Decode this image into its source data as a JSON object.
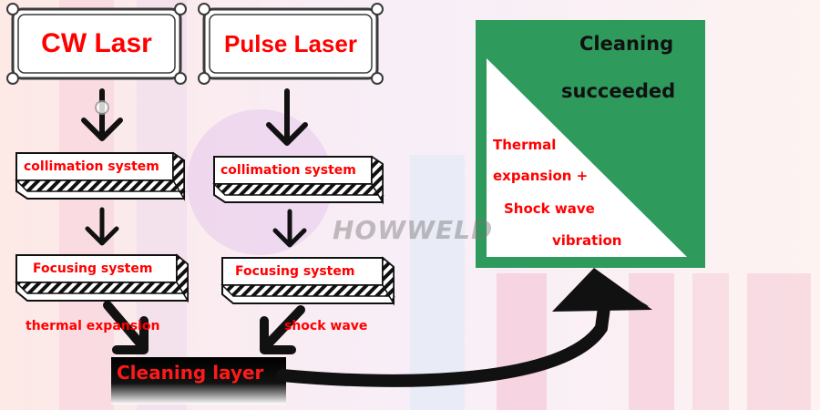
{
  "titles": {
    "cw": "CW Lasr",
    "pulse": "Pulse Laser"
  },
  "left_column": {
    "collimation": "collimation system",
    "focusing": "Focusing system",
    "effect": "thermal expansion"
  },
  "right_column": {
    "collimation": "collimation system",
    "focusing": "Focusing system",
    "effect": "shock wave"
  },
  "cleaning_layer": "Cleaning layer",
  "result": {
    "line1": "Cleaning",
    "line2": "succeeded"
  },
  "combined": {
    "line1": "Thermal",
    "line2": "expansion +",
    "line3": "Shock wave",
    "line4": "vibration"
  },
  "watermark": "HOWWELD",
  "colors": {
    "accent_red": "#ff0000",
    "green": "#2e9a5c",
    "arrow": "#111111"
  }
}
